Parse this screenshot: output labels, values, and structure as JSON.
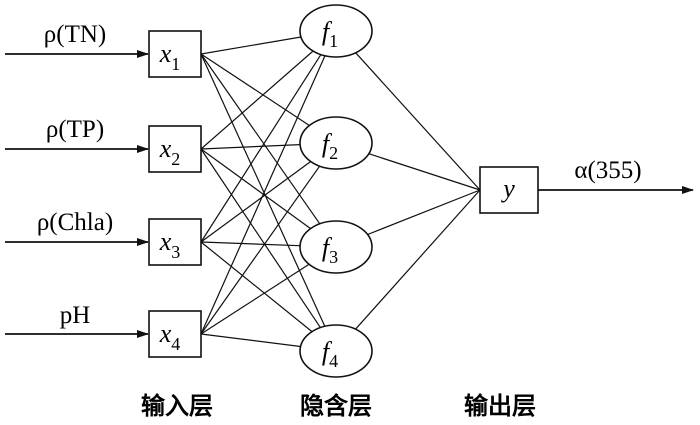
{
  "diagram": {
    "inputs": [
      {
        "label": "ρ(TN)",
        "var": "x",
        "sub": "1"
      },
      {
        "label": "ρ(TP)",
        "var": "x",
        "sub": "2"
      },
      {
        "label": "ρ(Chla)",
        "var": "x",
        "sub": "3"
      },
      {
        "label": "pH",
        "var": "x",
        "sub": "4"
      }
    ],
    "hidden": [
      {
        "var": "f",
        "sub": "1"
      },
      {
        "var": "f",
        "sub": "2"
      },
      {
        "var": "f",
        "sub": "3"
      },
      {
        "var": "f",
        "sub": "4"
      }
    ],
    "output": {
      "var": "y",
      "label": "α(355)"
    },
    "layer_labels": {
      "input": "输入层",
      "hidden": "隐含层",
      "output": "输出层"
    }
  }
}
